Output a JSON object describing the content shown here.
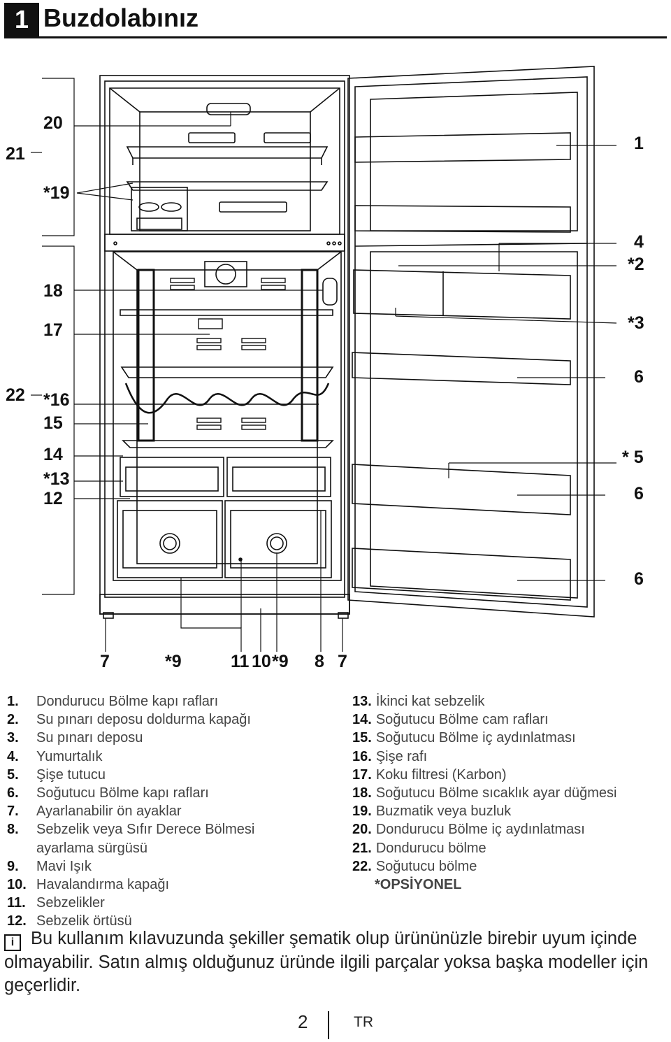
{
  "header": {
    "number": "1",
    "title": "Buzdolabınız"
  },
  "callouts": {
    "c20": "20",
    "c21": "21",
    "c19": "19",
    "c18": "18",
    "c17": "17",
    "c22": "22",
    "c16": "16",
    "c15": "15",
    "c14": "14",
    "c13": "13",
    "c12": "12",
    "c1": "1",
    "c4": "4",
    "c2": "2",
    "c3": "3",
    "c6a": "6",
    "c5": "5",
    "c6b": "6",
    "c6c": "6",
    "b7a": "7",
    "b9a": "9",
    "b11": "11",
    "b10": "10",
    "b9b": "9",
    "b8": "8",
    "b7b": "7",
    "star": "*"
  },
  "legend_left": [
    {
      "num": "1.",
      "text": "Dondurucu Bölme kapı rafları"
    },
    {
      "num": "2.",
      "text": "Su pınarı deposu doldurma kapağı"
    },
    {
      "num": "3.",
      "text": "Su pınarı deposu"
    },
    {
      "num": "4.",
      "text": "Yumurtalık"
    },
    {
      "num": "5.",
      "text": "Şişe tutucu"
    },
    {
      "num": "6.",
      "text": "Soğutucu Bölme kapı rafları"
    },
    {
      "num": "7.",
      "text": "Ayarlanabilir ön ayaklar"
    },
    {
      "num": "8.",
      "text": "Sebzelik veya Sıfır Derece Bölmesi"
    },
    {
      "num": "",
      "text": "ayarlama sürgüsü"
    },
    {
      "num": "9.",
      "text": "Mavi Işık"
    },
    {
      "num": "10.",
      "text": "Havalandırma kapağı"
    },
    {
      "num": "11.",
      "text": "Sebzelikler"
    },
    {
      "num": "12.",
      "text": "Sebzelik örtüsü"
    }
  ],
  "legend_right": [
    {
      "num": "13.",
      "text": "İkinci kat sebzelik"
    },
    {
      "num": "14.",
      "text": "Soğutucu Bölme cam rafları"
    },
    {
      "num": "15.",
      "text": "Soğutucu Bölme iç aydınlatması"
    },
    {
      "num": "16.",
      "text": "Şişe rafı"
    },
    {
      "num": "17.",
      "text": "Koku filtresi (Karbon)"
    },
    {
      "num": "18.",
      "text": "Soğutucu Bölme sıcaklık ayar düğmesi"
    },
    {
      "num": "19.",
      "text": "Buzmatik veya buzluk"
    },
    {
      "num": "20.",
      "text": "Dondurucu Bölme iç aydınlatması"
    },
    {
      "num": "21.",
      "text": "Dondurucu bölme"
    },
    {
      "num": "22.",
      "text": "Soğutucu bölme"
    }
  ],
  "optional_label": "*OPSİYONEL",
  "note": {
    "icon": "info-icon",
    "text": "Bu kullanım kılavuzunda şekiller şematik olup ürününüzle birebir uyum içinde olmayabilir. Satın almış olduğunuz üründe ilgili parçalar yoksa başka modeller için geçerlidir."
  },
  "footer": {
    "page": "2",
    "lang": "TR"
  }
}
